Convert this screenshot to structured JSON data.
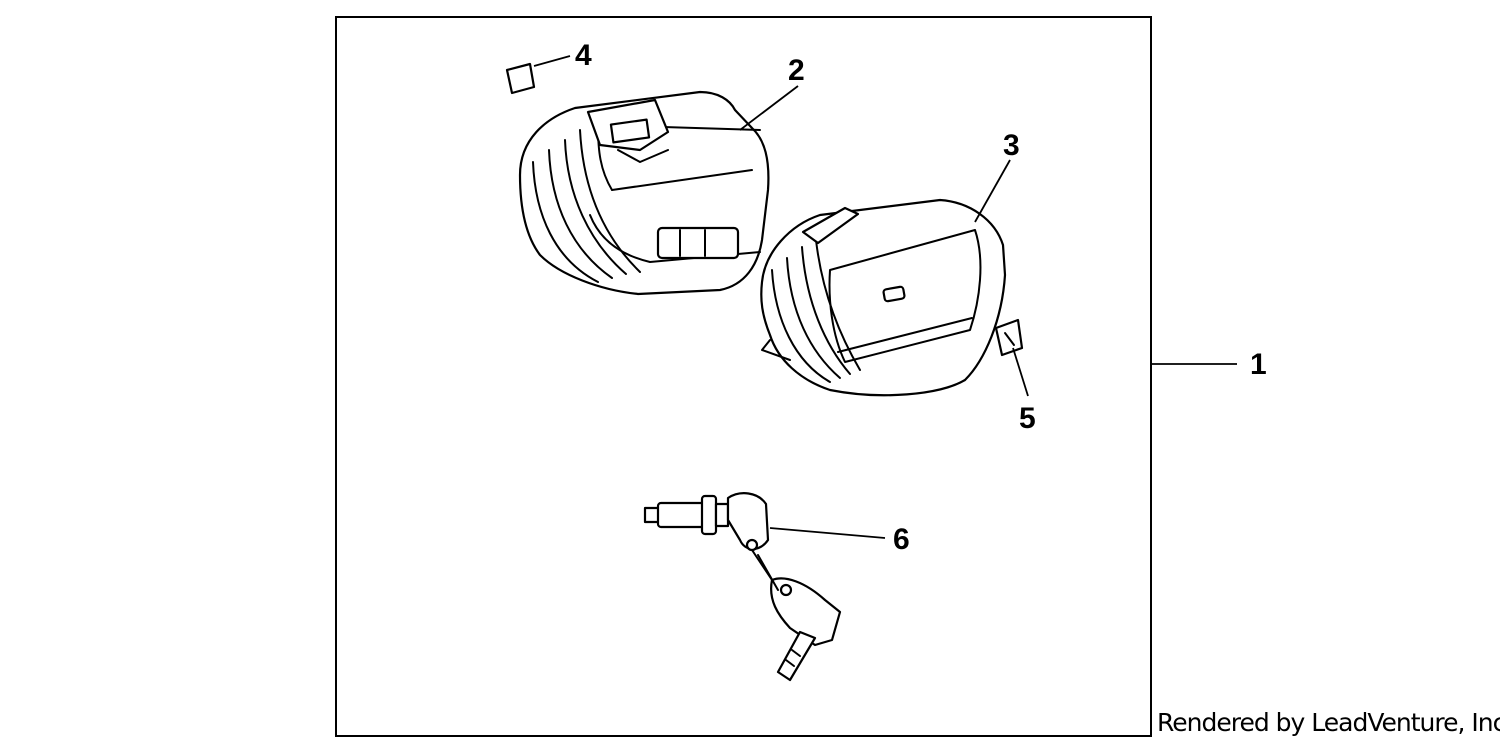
{
  "diagram": {
    "callouts": {
      "c1": "1",
      "c2": "2",
      "c3": "3",
      "c4": "4",
      "c5": "5",
      "c6": "6"
    },
    "footer": "Rendered by LeadVenture, Inc."
  }
}
